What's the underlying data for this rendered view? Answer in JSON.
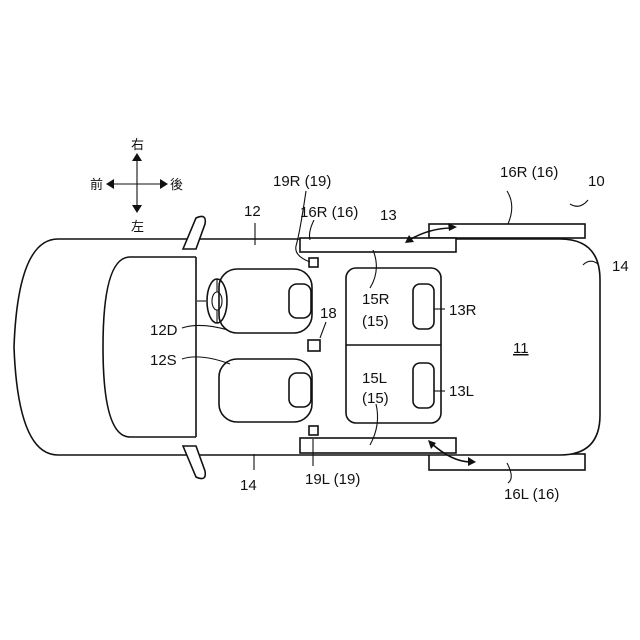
{
  "figure": {
    "compass": {
      "right": "右",
      "left": "左",
      "front": "前",
      "rear": "後"
    },
    "labels": {
      "ref_10": "10",
      "ref_11": "11",
      "ref_12": "12",
      "ref_12D": "12D",
      "ref_12S": "12S",
      "ref_13": "13",
      "ref_13R": "13R",
      "ref_13L": "13L",
      "ref_14_right": "14",
      "ref_14_bottom": "14",
      "ref_15R": "15R",
      "ref_15R_group": "(15)",
      "ref_15L": "15L",
      "ref_15L_group": "(15)",
      "ref_16R_open": "16R (16)",
      "ref_16R_closed": "16R (16)",
      "ref_16L_open": "16L (16)",
      "ref_18": "18",
      "ref_19R": "19R (19)",
      "ref_19L": "19L (19)"
    }
  }
}
